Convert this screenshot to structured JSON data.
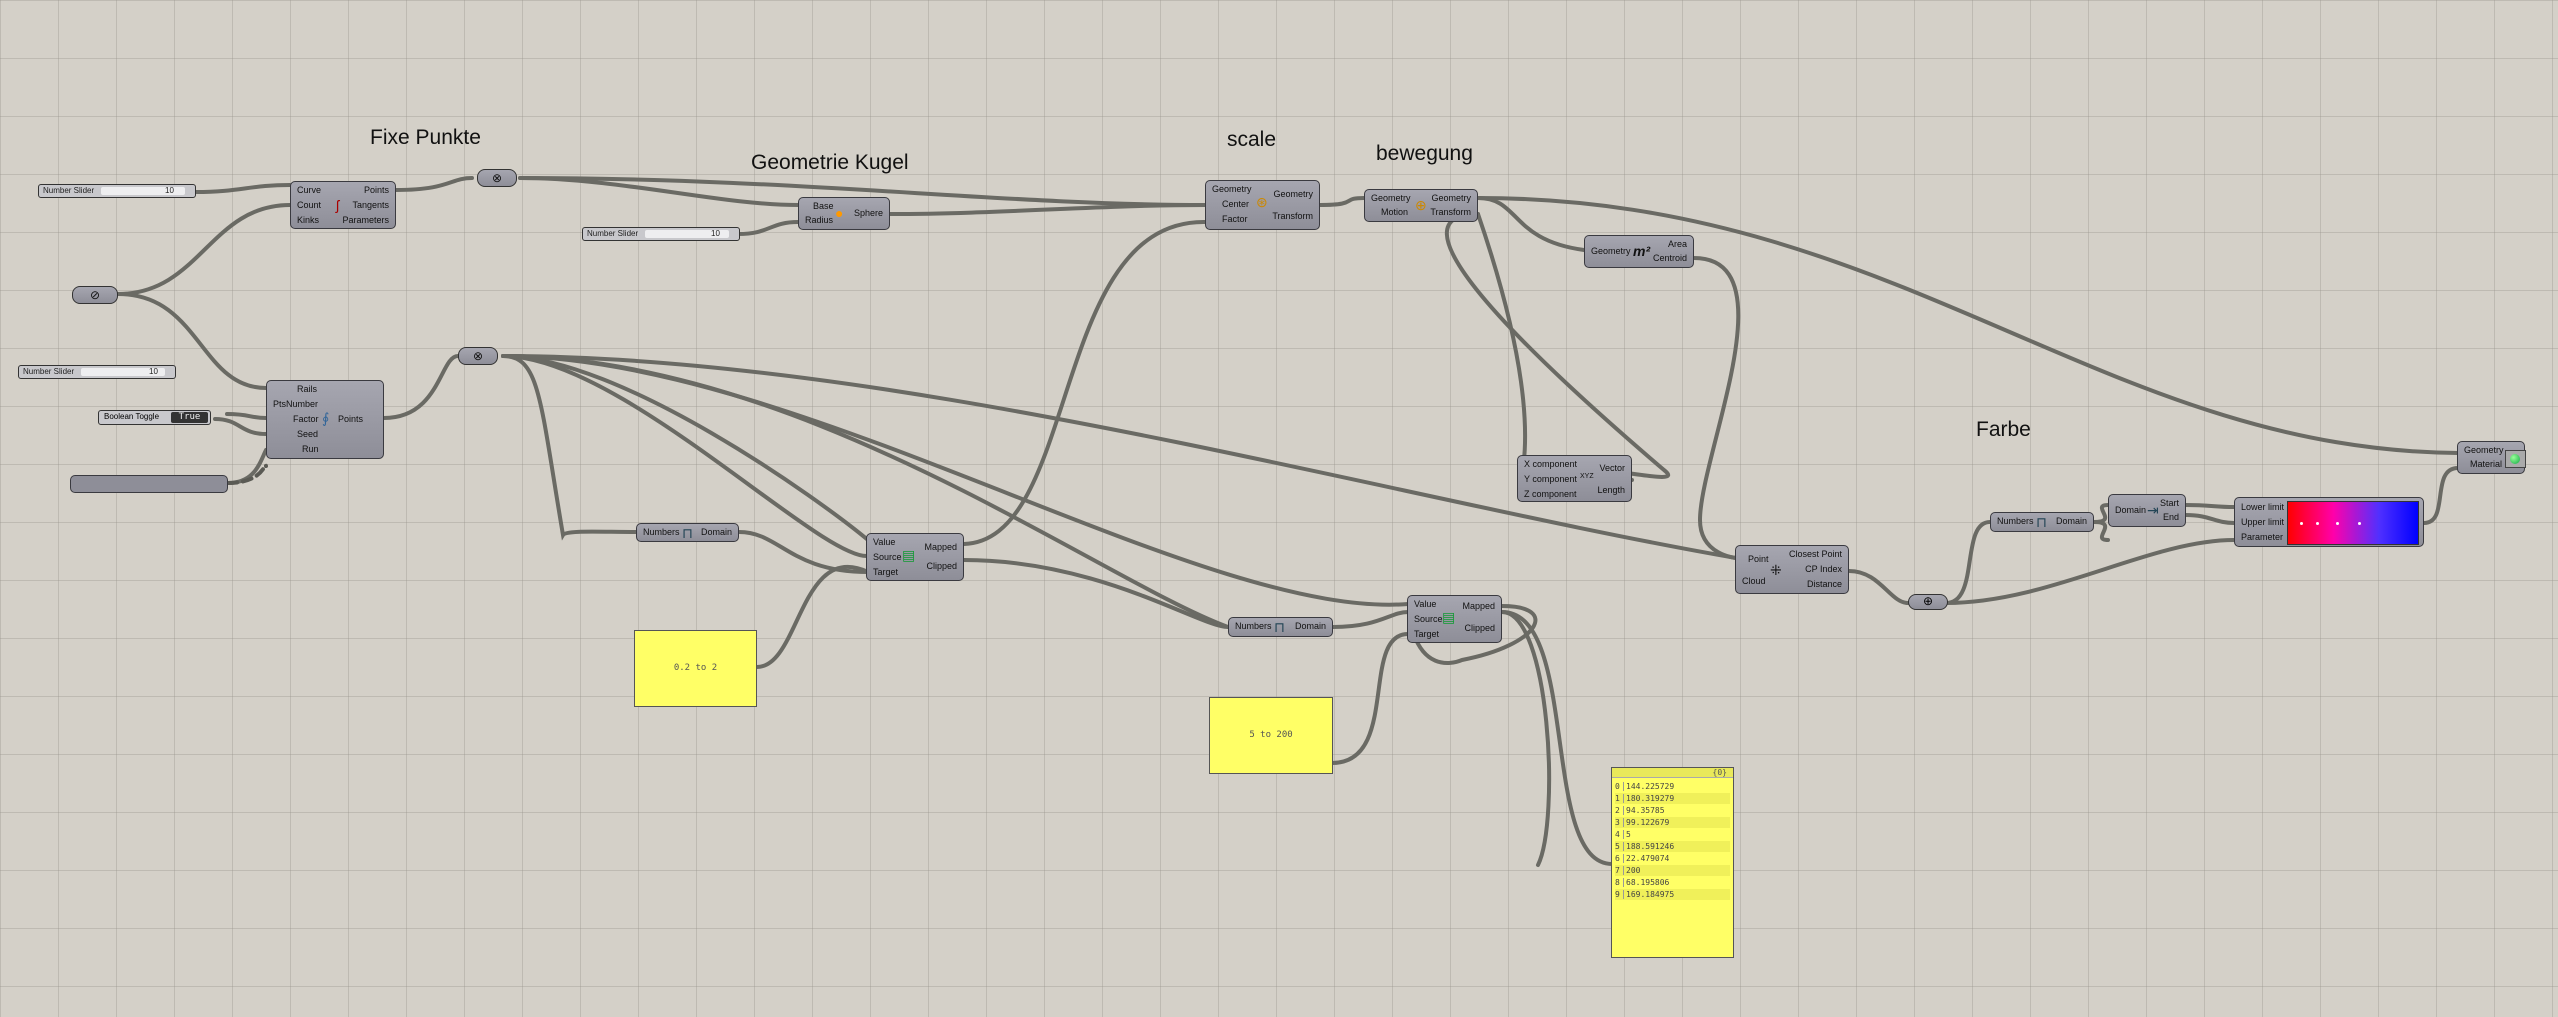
{
  "titles": {
    "fixe_punkte": "Fixe Punkte",
    "geometrie_kugel": "Geometrie Kugel",
    "scale": "scale",
    "bewegung": "bewegung",
    "farbe": "Farbe"
  },
  "sliders": [
    {
      "name": "Number Slider",
      "value": "10"
    },
    {
      "name": "Number Slider",
      "value": "10"
    },
    {
      "name": "Number Slider",
      "value": "10"
    }
  ],
  "toggle": {
    "name": "Boolean Toggle",
    "value": "True"
  },
  "divide": {
    "inputs": [
      "Curve",
      "Count",
      "Kinks"
    ],
    "outputs": [
      "Points",
      "Tangents",
      "Parameters"
    ]
  },
  "sphere": {
    "inputs": [
      "Base",
      "Radius"
    ],
    "output": "Sphere"
  },
  "populate": {
    "inputs": [
      "Rails",
      "PtsNumber",
      "Factor",
      "Seed",
      "Run"
    ],
    "output": "Points"
  },
  "bounds_a": {
    "input": "Numbers",
    "output": "Domain"
  },
  "remap_a": {
    "inputs": [
      "Value",
      "Source",
      "Target"
    ],
    "outputs": [
      "Mapped",
      "Clipped"
    ]
  },
  "panel_a": {
    "text": "0.2 to 2"
  },
  "scale": {
    "inputs": [
      "Geometry",
      "Center",
      "Factor"
    ],
    "outputs": [
      "Geometry",
      "Transform"
    ]
  },
  "move": {
    "inputs": [
      "Geometry",
      "Motion"
    ],
    "outputs": [
      "Geometry",
      "Transform"
    ]
  },
  "area": {
    "input": "Geometry",
    "outputs": [
      "Area",
      "Centroid"
    ]
  },
  "vector_xyz": {
    "inputs": [
      "X component",
      "Y component",
      "Z component"
    ],
    "outputs": [
      "Vector",
      "Length"
    ],
    "label": "XYZ"
  },
  "bounds_b": {
    "input": "Numbers",
    "output": "Domain"
  },
  "remap_b": {
    "inputs": [
      "Value",
      "Source",
      "Target"
    ],
    "outputs": [
      "Mapped",
      "Clipped"
    ]
  },
  "panel_b": {
    "text": "5 to 200"
  },
  "list_panel": {
    "header": "{0}",
    "items": [
      {
        "index": "0",
        "value": "144.225729"
      },
      {
        "index": "1",
        "value": "180.319279"
      },
      {
        "index": "2",
        "value": "94.35785"
      },
      {
        "index": "3",
        "value": "99.122679"
      },
      {
        "index": "4",
        "value": "5"
      },
      {
        "index": "5",
        "value": "188.591246"
      },
      {
        "index": "6",
        "value": "22.479074"
      },
      {
        "index": "7",
        "value": "200"
      },
      {
        "index": "8",
        "value": "68.195806"
      },
      {
        "index": "9",
        "value": "169.184975"
      }
    ]
  },
  "closest": {
    "inputs": [
      "Point",
      "Cloud"
    ],
    "outputs": [
      "Closest Point",
      "CP Index",
      "Distance"
    ]
  },
  "bounds_c": {
    "input": "Numbers",
    "output": "Domain"
  },
  "deconstruct": {
    "input": "Domain",
    "outputs": [
      "Start",
      "End"
    ]
  },
  "gradient": {
    "inputs": [
      "Lower limit",
      "Upper limit",
      "Parameter"
    ]
  },
  "preview": {
    "inputs": [
      "Geometry",
      "Material"
    ]
  },
  "colors": {
    "canvas": "#d4d0c8",
    "component": "#9a9aa4",
    "panel": "#ffff66",
    "wire": "#6a6a64"
  }
}
